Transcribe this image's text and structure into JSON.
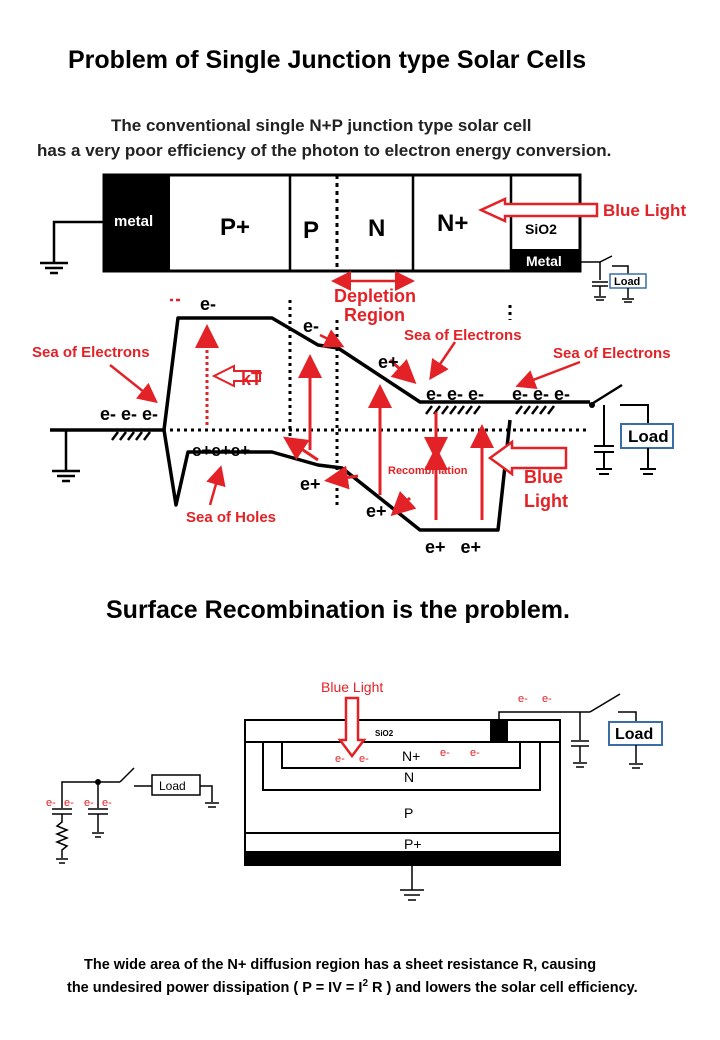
{
  "titles": {
    "main": "Problem of Single Junction type Solar Cells",
    "section2": "Surface Recombination is the problem."
  },
  "intro": {
    "line1": "The conventional single N+P junction type solar cell",
    "line2": "has a very poor efficiency of the photon to electron energy conversion."
  },
  "top_structure": {
    "regions": [
      "metal",
      "P+",
      "P",
      "N",
      "N+"
    ],
    "oxide": "SiO2",
    "metal_right": "Metal",
    "light": "Blue Light",
    "load": "Load"
  },
  "band_diagram": {
    "depletion": "Depletion",
    "region": "Region",
    "kT": "kT",
    "e_minus": "e-",
    "e_plus": "e+",
    "sea_electrons": "Sea of Electrons",
    "sea_holes": "Sea of Holes",
    "electrons_left": "e- e- e-",
    "electrons_mid": "e- e- e-",
    "electrons_right": "e- e- e-",
    "holes_left": "e+e+e+",
    "holes_bottom": "e+   e+",
    "recombination": "Recombination",
    "blue": "Blue",
    "light": "Light",
    "load": "Load"
  },
  "cross_section": {
    "light": "Blue Light",
    "oxide": "SiO2",
    "layers": [
      "N+",
      "N",
      "P",
      "P+"
    ],
    "electron": "e-",
    "load": "Load"
  },
  "footer": {
    "line1": "The wide area  of the N+ diffusion region has a sheet  resistance R, causing",
    "line2a": "the undesired power dissipation ( P = IV = I",
    "line2sup": "2",
    "line2b": " R ) and lowers the solar cell efficiency."
  },
  "colors": {
    "accent": "#e32227",
    "ink": "#000000",
    "box": "#3a6ea5"
  }
}
